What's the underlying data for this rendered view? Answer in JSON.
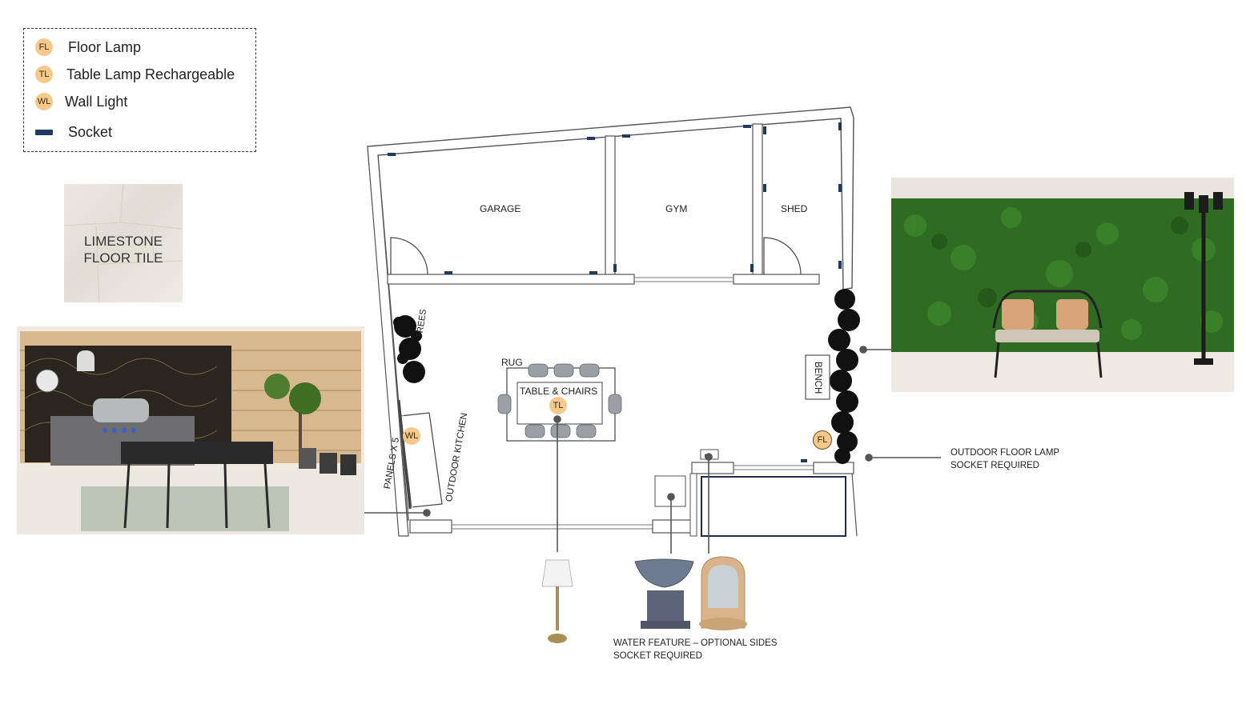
{
  "legend": {
    "items": [
      {
        "code": "FL",
        "label": "Floor Lamp",
        "icon": "floor-lamp-badge-icon"
      },
      {
        "code": "TL",
        "label": "Table Lamp Rechargeable",
        "icon": "table-lamp-badge-icon"
      },
      {
        "code": "WL",
        "label": "Wall Light",
        "icon": "wall-light-badge-icon"
      },
      {
        "code": "",
        "label": "Socket",
        "icon": "socket-icon"
      }
    ]
  },
  "tile": {
    "label_line1": "LIMESTONE",
    "label_line2": "FLOOR TILE"
  },
  "plan": {
    "rooms": {
      "garage": "GARAGE",
      "gym": "GYM",
      "shed": "SHED"
    },
    "labels": {
      "trees": "TREES",
      "rug": "RUG",
      "table_chairs": "TABLE & CHAIRS",
      "outdoor_kitchen": "OUTDOOR KITCHEN",
      "panels": "PANELS X 5",
      "bench": "BENCH"
    },
    "markers": {
      "tl": "TL",
      "wl": "WL",
      "fl": "FL"
    }
  },
  "notes": {
    "floor_lamp_line1": "OUTDOOR FLOOR LAMP",
    "floor_lamp_line2": "SOCKET REQUIRED",
    "water_line1": "WATER FEATURE – OPTIONAL SIDES",
    "water_line2": "SOCKET REQUIRED"
  },
  "colors": {
    "badge": "#f6c98a",
    "socket": "#1e3a5f",
    "hedge": "#2f6b22",
    "wall": "#ffffff",
    "outline": "#555555"
  }
}
